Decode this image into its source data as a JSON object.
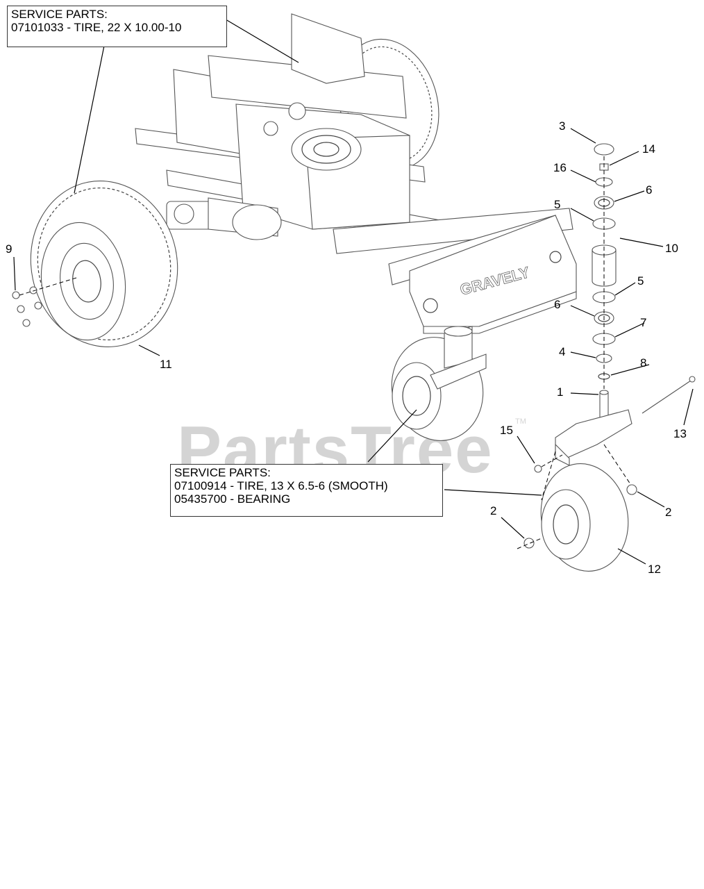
{
  "callouts": {
    "rear_tire": {
      "title": "SERVICE PARTS:",
      "line1": "07101033 - TIRE, 22 X 10.00-10"
    },
    "caster_tire": {
      "title": "SERVICE PARTS:",
      "line1": "07100914 - TIRE, 13 X 6.5-6 (SMOOTH)",
      "line2": "05435700 - BEARING"
    }
  },
  "watermark": {
    "text": "PartsTree",
    "trademark": "TM"
  },
  "frame_brand": "GRAVELY",
  "part_numbers": {
    "p1": "1",
    "p2a": "2",
    "p2b": "2",
    "p3": "3",
    "p4": "4",
    "p5a": "5",
    "p5b": "5",
    "p6a": "6",
    "p6b": "6",
    "p7": "7",
    "p8": "8",
    "p9": "9",
    "p10": "10",
    "p11": "11",
    "p12": "12",
    "p13": "13",
    "p14": "14",
    "p15": "15",
    "p16": "16"
  }
}
